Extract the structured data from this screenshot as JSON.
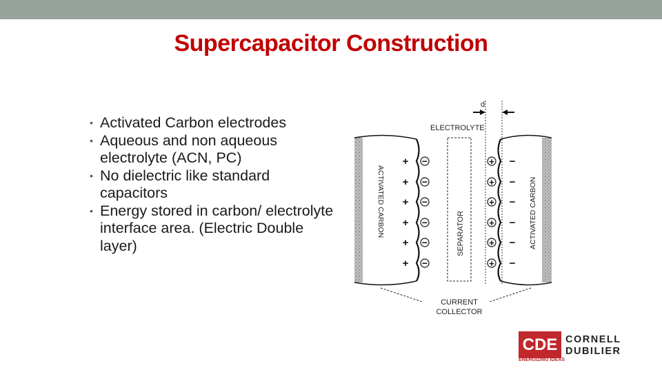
{
  "slide": {
    "title": "Supercapacitor Construction",
    "bullets": [
      "Activated Carbon electrodes",
      "Aqueous and non aqueous electrolyte (ACN, PC)",
      "No dielectric like standard capacitors",
      "Energy stored in carbon/ electrolyte interface area. (Electric Double layer)"
    ]
  },
  "diagram": {
    "label_d": "d",
    "label_electrolyte": "ELECTROLYTE",
    "label_separator": "SEPARATOR",
    "label_left_electrode": "ACTIVATED CARBON",
    "label_right_electrode": "ACTIVATED CARBON",
    "label_collector_line1": "CURRENT",
    "label_collector_line2": "COLLECTOR",
    "plus": "+",
    "minus": "−"
  },
  "logo": {
    "mark": "CDE",
    "tagline": "ENERGIZING IDEAS",
    "name_line1": "CORNELL",
    "name_line2": "DUBILIER"
  },
  "colors": {
    "title": "#c00000",
    "topbar": "#95a39b",
    "logo_red": "#c0282d"
  }
}
